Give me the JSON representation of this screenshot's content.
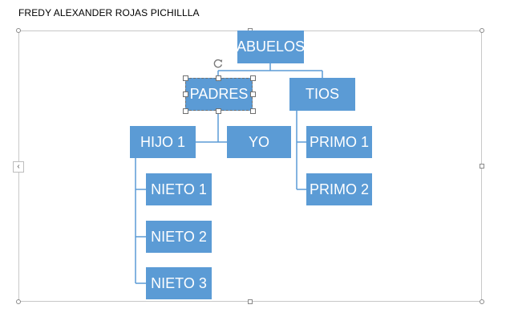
{
  "document": {
    "title": "FREDY ALEXANDER ROJAS PICHILLLA"
  },
  "diagram": {
    "node_color": "#5b9bd5",
    "selected_node": "PADRES",
    "nodes": {
      "abuelos": "ABUELOS",
      "padres": "PADRES",
      "tios": "TIOS",
      "hijo1": "HIJO 1",
      "yo": "YO",
      "primo1": "PRIMO 1",
      "primo2": "PRIMO 2",
      "nieto1": "NIETO 1",
      "nieto2": "NIETO 2",
      "nieto3": "NIETO 3"
    }
  },
  "controls": {
    "text_pane_icon": "chevron-left-icon",
    "rotate_icon": "rotate-icon"
  }
}
